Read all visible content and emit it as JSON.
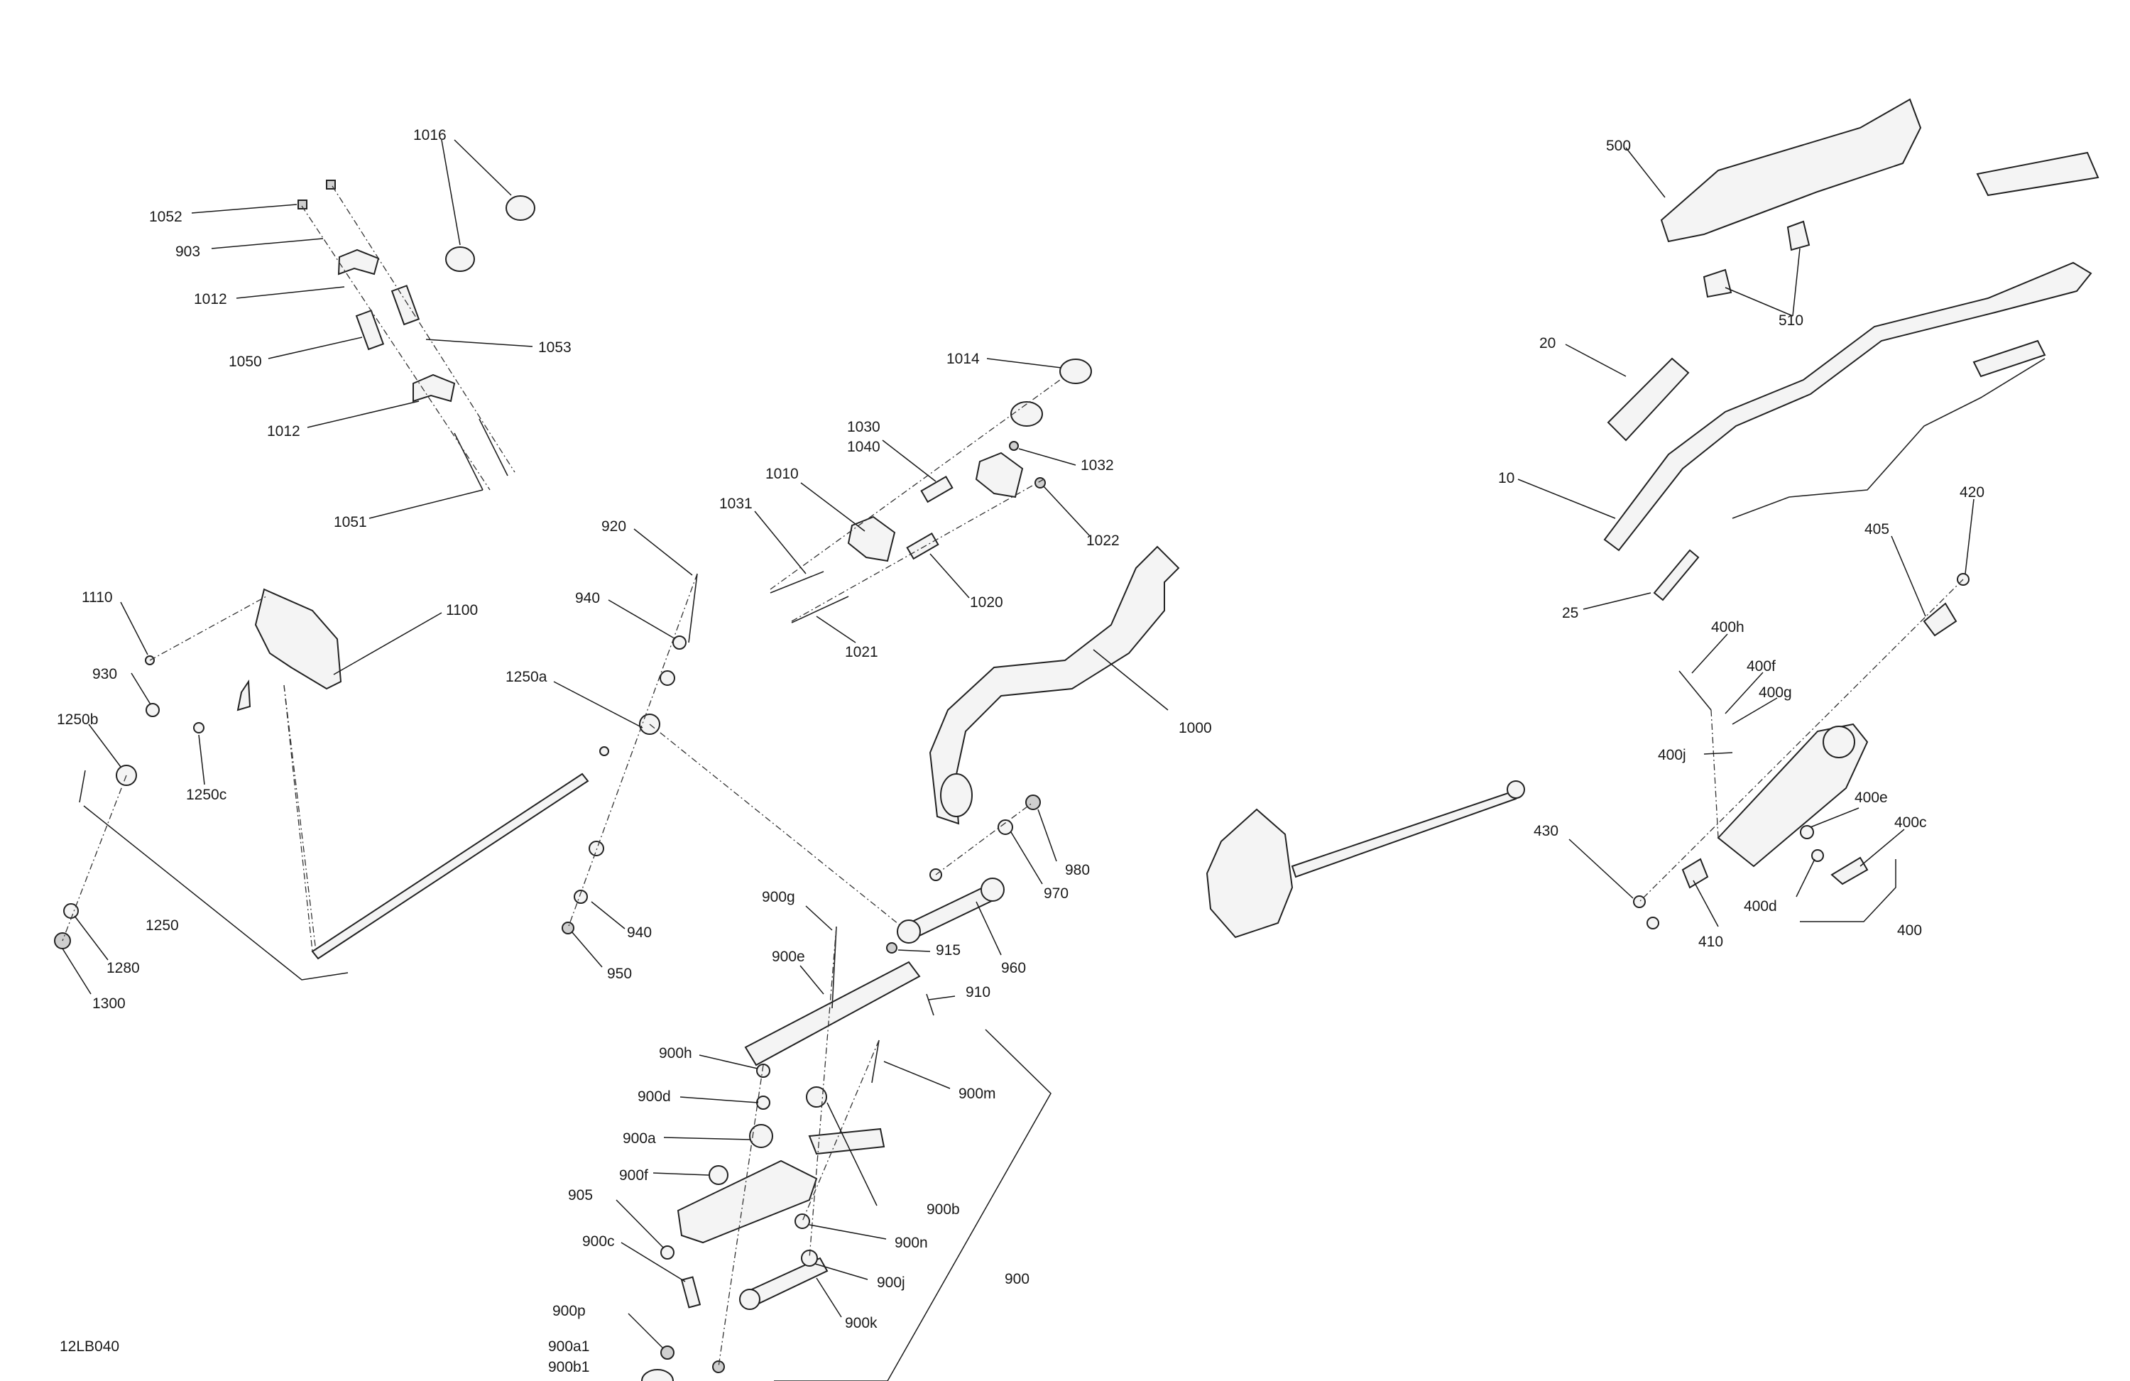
{
  "diagram_id": "12LB040",
  "callouts": [
    "1016",
    "1052",
    "903",
    "1012",
    "1050",
    "1053",
    "1012",
    "1051",
    "1014",
    "1030",
    "1040",
    "1032",
    "1010",
    "1031",
    "1022",
    "1020",
    "1021",
    "920",
    "940",
    "1250a",
    "1110",
    "1100",
    "930",
    "1250b",
    "1250c",
    "1250",
    "1280",
    "1300",
    "940",
    "950",
    "1000",
    "980",
    "970",
    "960",
    "900g",
    "915",
    "900e",
    "910",
    "900h",
    "900m",
    "900d",
    "900a",
    "900f",
    "900b",
    "905",
    "900n",
    "900c",
    "900j",
    "900k",
    "900p",
    "900a1",
    "900b1",
    "900",
    "500",
    "510",
    "20",
    "10",
    "25",
    "420",
    "405",
    "400h",
    "400f",
    "400g",
    "400j",
    "400e",
    "400c",
    "430",
    "400d",
    "410",
    "400"
  ]
}
